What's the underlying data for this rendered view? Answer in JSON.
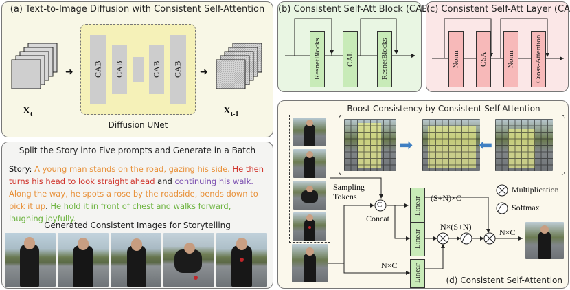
{
  "panel_a": {
    "title": "(a) Text-to-Image Diffusion with Consistent Self-Attention",
    "input_label": "X",
    "input_sub": "t",
    "output_label": "X",
    "output_sub": "t-1",
    "unet_label": "Diffusion UNet",
    "block_label": "CAB"
  },
  "panel_b": {
    "title": "(b) Consistent Self-Att Block (CAB)",
    "blocks": [
      "ResnetBlocks",
      "CAL",
      "ResnetBlocks"
    ]
  },
  "panel_c": {
    "title": "(c) Consistent Self-Att Layer (CAL)",
    "blocks": [
      "Norm",
      "CSA",
      "Norm",
      "Cross-Attention"
    ]
  },
  "panel_story": {
    "title": "Split the Story into Five prompts  and Generate in a Batch",
    "story_prefix": "Story:",
    "segments": [
      {
        "text": " A young man stands on the road, gazing his side.",
        "color": "#e8913a"
      },
      {
        "text": " He then turns his head to look straight ahead",
        "color": "#d0342c"
      },
      {
        "text": " and",
        "color": "#111111"
      },
      {
        "text": " continuing his walk.",
        "color": "#7b4fb0"
      },
      {
        "text": " Along the way, he spots a rose by the roadside, bends down to pick it up",
        "color": "#e8913a"
      },
      {
        "text": ".",
        "color": "#111111"
      },
      {
        "text": " He hold it in front of chest and walks forward, laughing joyfully.",
        "color": "#6cb33f"
      }
    ],
    "generated_title": "Generated Consistent Images for Storytelling"
  },
  "panel_d": {
    "title": "Boost Consistency by Consistent Self-Attention",
    "caption": "(d) Consistent Self-Attention",
    "sampling_tokens": [
      "Sampling",
      "Tokens"
    ],
    "concat_symbol": "C",
    "concat_label": "Concat",
    "linear_label": "Linear",
    "dim_top": "(S+N)×C",
    "dim_mid": "N×(S+N)",
    "dim_out": "N×C",
    "dim_bottom": "N×C",
    "legend_multiplication": "Multiplication",
    "legend_softmax": "Softmax"
  },
  "colors": {
    "panel_a_bg": "#f8f7e6",
    "panel_b_bg": "#e9f6e3",
    "panel_c_bg": "#fbe7e7",
    "panel_d_bg": "#fbf8ec",
    "block_green": "#c8ebb8",
    "block_pink": "#f7b9b9",
    "unet_yellow": "#f5f1b8",
    "unet_gray": "#cdcdcd",
    "arrow_blue": "#3f7fc2"
  }
}
